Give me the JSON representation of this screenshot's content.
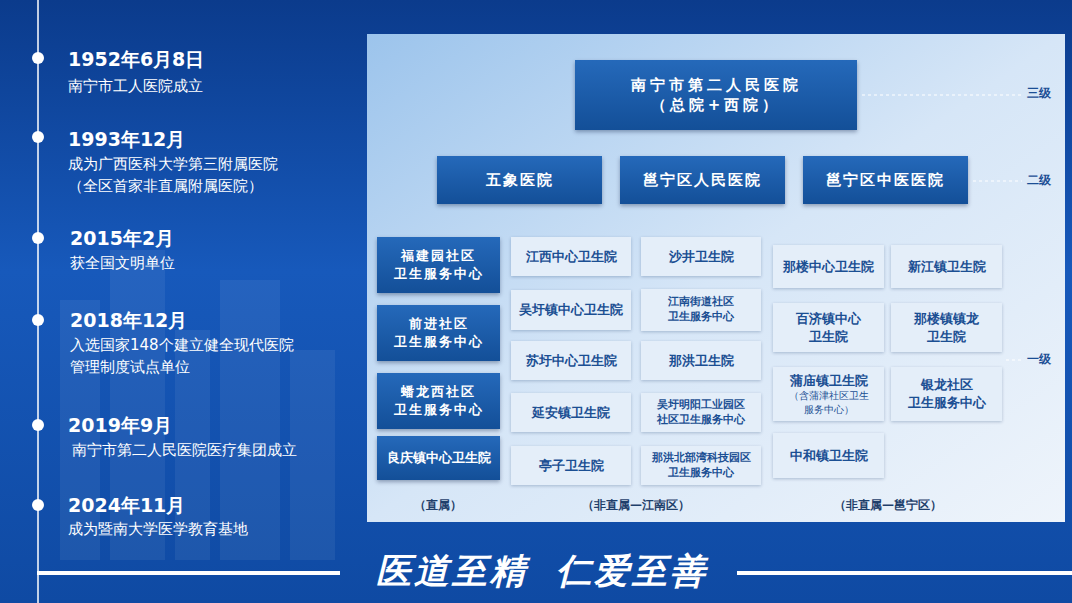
{
  "diagram": {
    "nodes": [
      {
        "text": [
          "南宁市第二人民医院 （总院+西院）"
        ]
      },
      {
        "text": [
          "五象医院"
        ]
      },
      {
        "text": [
          "邕宁区人民医院"
        ]
      },
      {
        "text": [
          "邕宁区中医医院"
        ]
      },
      {
        "text": [
          "福建园社区 卫生服务中心"
        ]
      },
      {
        "text": [
          "前进社区 卫生服务中心"
        ]
      },
      {
        "text": [
          "蟠龙西社区 卫生服务中心"
        ]
      },
      {
        "text": [
          "良庆镇中心卫生院"
        ]
      },
      {
        "text": [
          "江西中心卫生院"
        ]
      },
      {
        "text": [
          "吴圩镇中心卫生院"
        ]
      },
      {
        "text": [
          "苏圩中心卫生院"
        ]
      },
      {
        "text": [
          "延安镇卫生院"
        ]
      },
      {
        "text": [
          "亭子卫生院"
        ]
      },
      {
        "text": [
          "沙井卫生院"
        ]
      },
      {
        "text": [
          "江南街道社区 卫生服务中心"
        ]
      },
      {
        "text": [
          "那洪卫生院"
        ]
      },
      {
        "text": [
          "吴圩明阳工业园区 社区卫生服务中心"
        ]
      },
      {
        "text": [
          "那洪北部湾科技园区 卫生服务中心"
        ]
      },
      {
        "text": [
          "那楼中心卫生院"
        ]
      },
      {
        "text": [
          "百济镇中心 卫生院"
        ]
      },
      {
        "text": [
          "蒲庙镇卫生院",
          "（含蒲津社区卫生 服务中心）"
        ]
      },
      {
        "text": [
          "中和镇卫生院"
        ]
      },
      {
        "text": [
          "新江镇卫生院"
        ]
      },
      {
        "text": [
          "那楼镇镇龙 卫生院"
        ]
      },
      {
        "text": [
          "银龙社区 卫生服务中心"
        ]
      }
    ],
    "labels": [
      "1952年6月8日",
      "南宁市工人医院成立",
      "1993年12月",
      "成为广西医科大学第三附属医院 （全区首家非直属附属医院）",
      "2015年2月",
      "获全国文明单位",
      "2018年12月",
      "入选国家148个建立健全现代医院 管理制度试点单位",
      "2019年9月",
      "南宁市第二人民医院医疗集团成立",
      "2024年11月",
      "成为暨南大学医学教育基地",
      "三级",
      "二级",
      "一级",
      "（直属）",
      "（非直属—江南区）",
      "（非直属—邕宁区）",
      "医道至精",
      "仁爱至善"
    ]
  }
}
